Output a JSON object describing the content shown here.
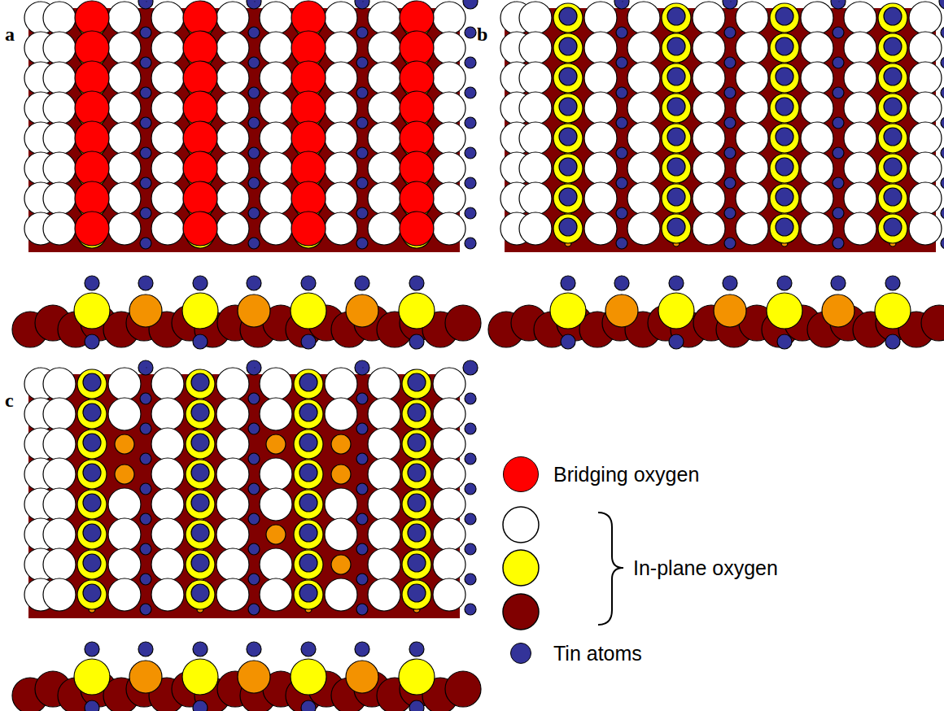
{
  "diagram": {
    "labels": [
      "a",
      "b",
      "c"
    ],
    "legend": [
      {
        "text": "Bridging oxygen",
        "color": "#ff0000"
      },
      {
        "text": "In-plane oxygen"
      },
      {
        "text": "Tin atoms",
        "color": "#333399"
      }
    ]
  }
}
